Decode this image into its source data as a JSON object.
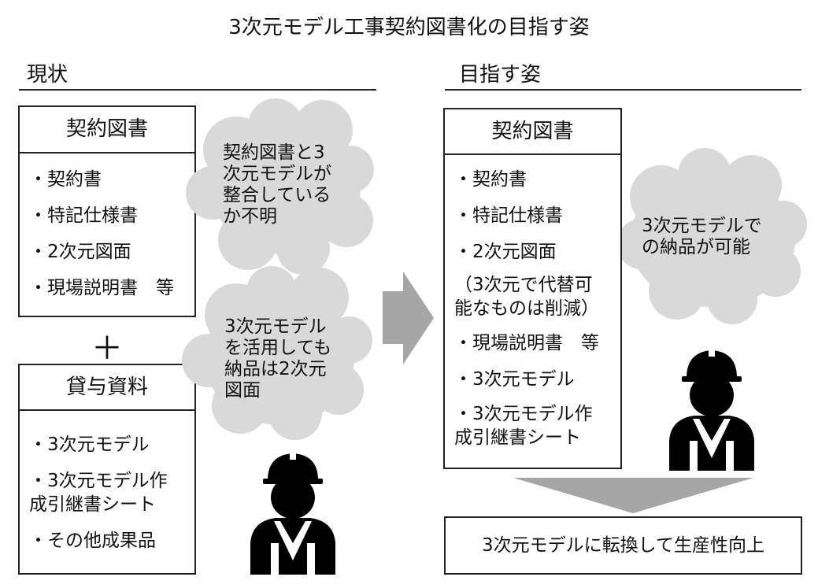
{
  "title": "3次元モデル工事契約図書化の目指す姿",
  "left": {
    "heading": "現状",
    "contract_box": {
      "title": "契約図書",
      "items": [
        "・契約書",
        "・特記仕様書",
        "・2次元図面",
        "・現場説明書　等"
      ]
    },
    "plus": "＋",
    "loan_box": {
      "title": "貸与資料",
      "items": [
        "・3次元モデル",
        "・3次元モデル作",
        "成引継書シート",
        "・その他成果品"
      ]
    },
    "cloud1": [
      "契約図書と3",
      "次元モデルが",
      "整合している",
      "か不明"
    ],
    "cloud2": [
      "3次元モデル",
      "を活用しても",
      "納品は2次元",
      "図面"
    ]
  },
  "right": {
    "heading": "目指す姿",
    "contract_box": {
      "title": "契約図書",
      "items": [
        "・契約書",
        "・特記仕様書",
        "・2次元図面",
        "（3次元で代替可",
        "能なものは削減）",
        "・現場説明書　等",
        "・3次元モデル",
        "・3次元モデル作",
        "成引継書シート"
      ]
    },
    "cloud": [
      "3次元モデルで",
      "の納品が可能"
    ],
    "result": "3次元モデルに転換して生産性向上"
  },
  "icons": [
    "worker-helmet-icon",
    "arrow-right-icon",
    "arrow-down-icon",
    "cloud-shape"
  ],
  "colors": {
    "cloud": "#d9d9d9",
    "arrow": "#a6a6a6",
    "worker": "#000000"
  }
}
